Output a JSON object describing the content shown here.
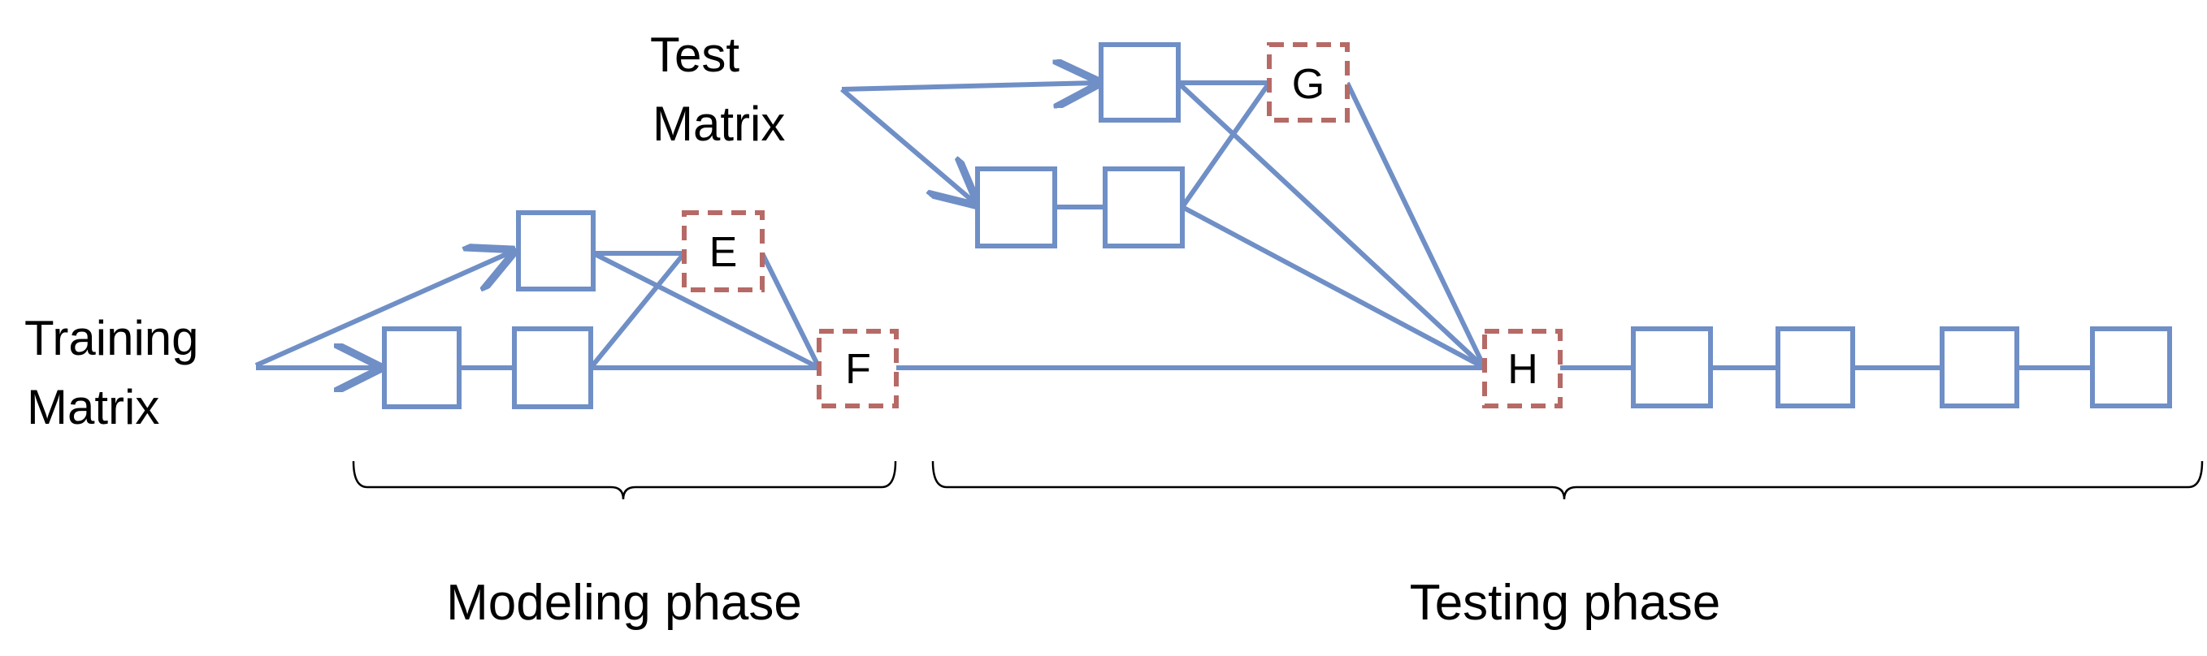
{
  "labels": {
    "training_line1": "Training",
    "training_line2": "Matrix",
    "test_line1": "Test",
    "test_line2": "Matrix",
    "modeling_phase": "Modeling phase",
    "testing_phase": "Testing phase"
  },
  "nodes": {
    "E": "E",
    "F": "F",
    "G": "G",
    "H": "H"
  },
  "colors": {
    "edge": "#6f8fc6",
    "node_border": "#6f8fc6",
    "highlight_border": "#b66a66",
    "bracket": "#000000"
  }
}
